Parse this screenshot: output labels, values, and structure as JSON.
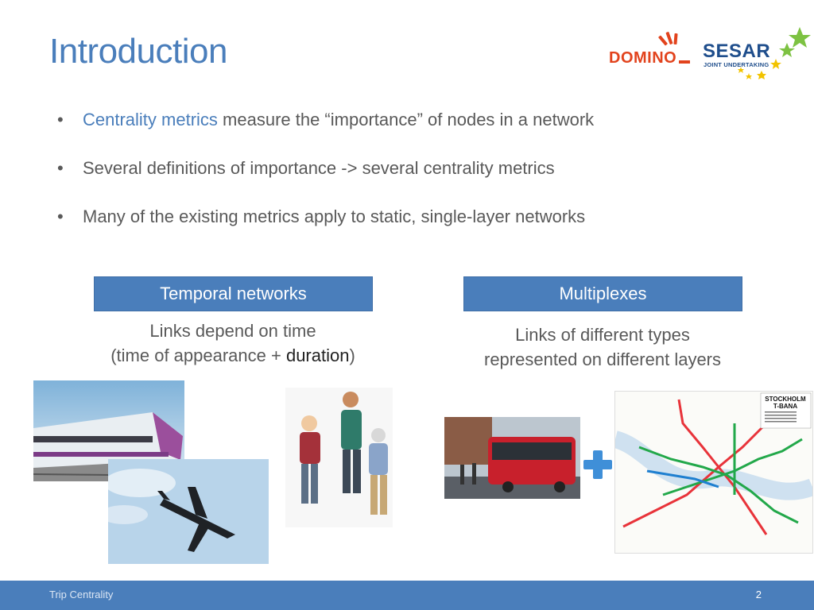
{
  "slide": {
    "title": "Introduction",
    "page_number": "2",
    "footer_text": "Trip Centrality"
  },
  "logos": {
    "domino": "DOMINO",
    "sesar": "SESAR",
    "sesar_subtitle": "JOINT UNDERTAKING"
  },
  "bullets": [
    {
      "highlight": "Centrality metrics",
      "text": " measure the “importance” of nodes in a network"
    },
    {
      "highlight": "",
      "text": "Several definitions of importance -> several centrality metrics"
    },
    {
      "highlight": "",
      "text": "Many of the existing metrics apply to static, single-layer networks"
    }
  ],
  "temporal": {
    "heading": "Temporal networks",
    "line1": "Links depend on time",
    "line2_prefix": "(time of appearance + ",
    "line2_emph": "duration",
    "line2_suffix": ")"
  },
  "multiplex": {
    "heading": "Multiplexes",
    "line1": "Links of different types",
    "line2": "represented on different layers"
  },
  "metro_map": {
    "title_line1": "STOCKHOLM",
    "title_line2": "T-BANA"
  },
  "colors": {
    "accent": "#4a7ebb",
    "text": "#595959",
    "domino_red": "#e2431d",
    "sesar_blue": "#1f4e8c",
    "plus": "#3f8fd8"
  }
}
